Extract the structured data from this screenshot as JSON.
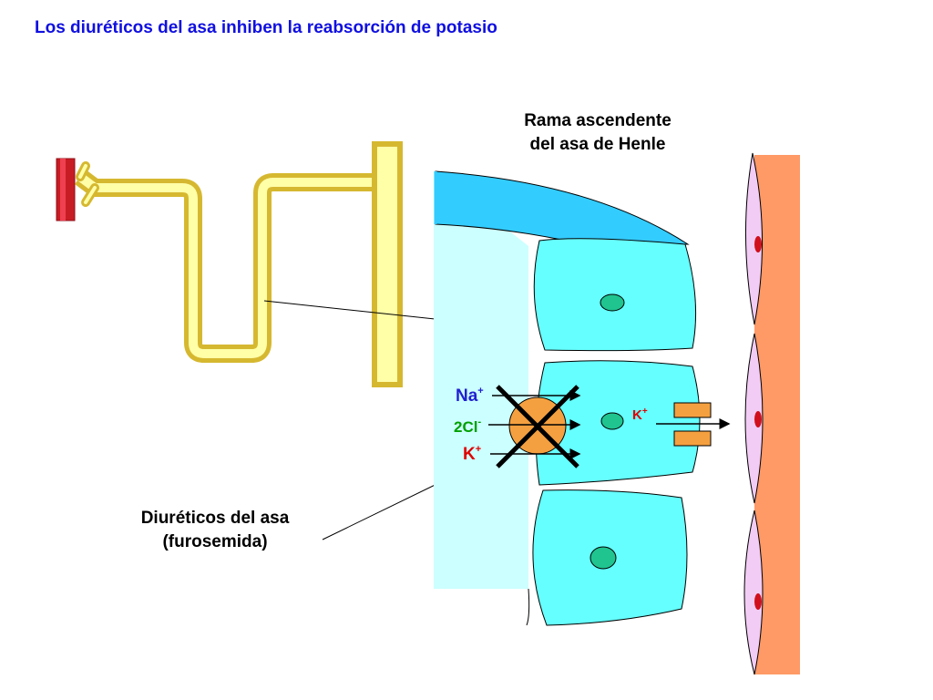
{
  "title": "Los diuréticos del asa inhiben la reabsorción de potasio",
  "labels": {
    "henle_line1": "Rama ascendente",
    "henle_line2": "del asa de Henle",
    "diuretic_line1": "Diuréticos del asa",
    "diuretic_line2": "(furosemida)"
  },
  "ions": {
    "na": "Na",
    "na_charge": "+",
    "cl": "2Cl",
    "cl_charge": "-",
    "k_apical": "K",
    "k_apical_charge": "+",
    "k_basolateral": "K",
    "k_basolateral_charge": "+"
  },
  "colors": {
    "title": "#1010e0",
    "nephron_tube": "#f2d44a",
    "nephron_inner": "#ffffa8",
    "collecting_bar": "#c81c24",
    "lumen_dark": "#33ccff",
    "lumen_light": "#ccffff",
    "cell": "#66ffff",
    "nucleus": "#1fc48f",
    "transporter": "#f5a040",
    "interstitium": "#ff9966",
    "endothelium": "#f2ccf5",
    "rbc": "#d0101c",
    "na_color": "#2020d0",
    "cl_color": "#00a000",
    "k_color": "#e00000"
  }
}
